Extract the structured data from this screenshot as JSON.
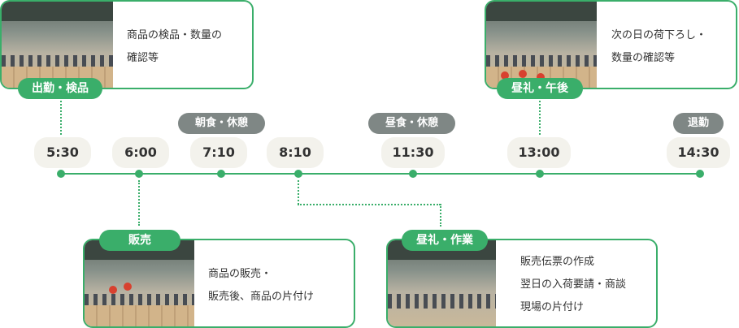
{
  "timeline": {
    "times": [
      "5:30",
      "6:00",
      "7:10",
      "8:10",
      "11:30",
      "13:00",
      "14:30"
    ],
    "tags": {
      "breakfast": "朝食・休憩",
      "lunch": "昼食・休憩",
      "leave": "退勤"
    }
  },
  "cards": {
    "arrival": {
      "label": "出勤・検品",
      "lines": [
        "商品の検品・数量の",
        "確認等"
      ]
    },
    "afternoon": {
      "label": "昼礼・午後",
      "lines": [
        "次の日の荷下ろし・",
        "数量の確認等"
      ]
    },
    "sales": {
      "label": "販売",
      "lines": [
        "商品の販売・",
        "販売後、商品の片付け"
      ]
    },
    "work": {
      "label": "昼礼・作業",
      "lines": [
        "販売伝票の作成",
        "翌日の入荷要請・商談",
        "現場の片付け"
      ]
    }
  },
  "colors": {
    "accent": "#3aae6a",
    "tag": "#7f8785",
    "time_bg": "#f3f2ec"
  }
}
